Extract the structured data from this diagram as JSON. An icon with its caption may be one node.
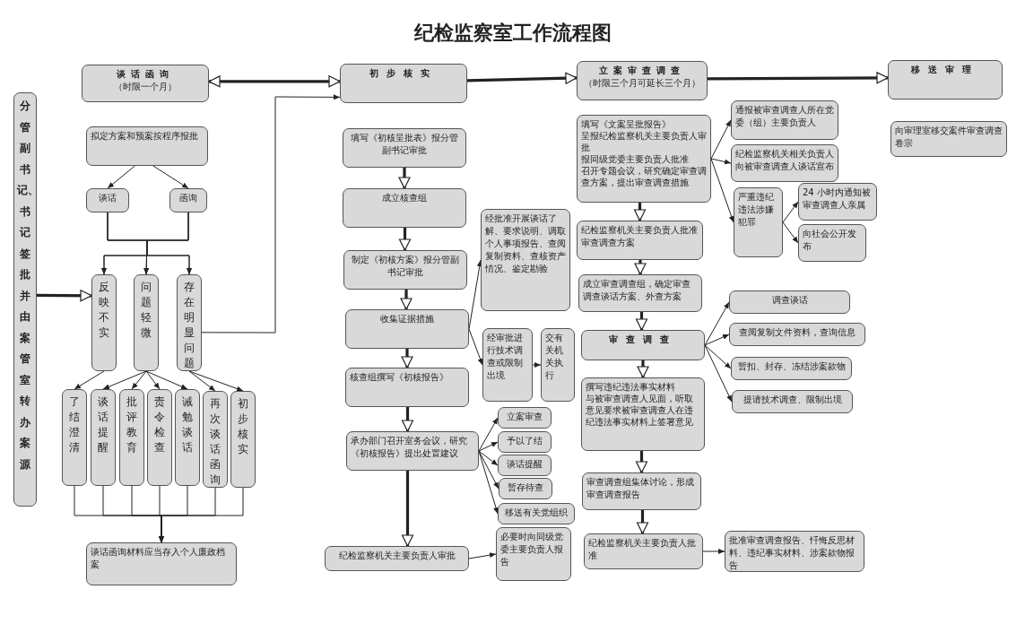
{
  "diagram": {
    "title": "纪检监察室工作流程图",
    "nodes": [
      {
        "text": [
          "分管副书记、书记签批并由案管室转办案源"
        ]
      },
      {
        "text": [
          "谈话函询",
          "（时限一个月）"
        ]
      },
      {
        "text": [
          "拟定方案和预案按程序报批"
        ]
      },
      {
        "text": [
          "谈话"
        ]
      },
      {
        "text": [
          "函询"
        ]
      },
      {
        "text": [
          "反映不实"
        ]
      },
      {
        "text": [
          "问题轻微"
        ]
      },
      {
        "text": [
          "存在明显问题"
        ]
      },
      {
        "text": [
          "了结澄清"
        ]
      },
      {
        "text": [
          "谈话提醒"
        ]
      },
      {
        "text": [
          "批评教育"
        ]
      },
      {
        "text": [
          "责令检查"
        ]
      },
      {
        "text": [
          "诫勉谈话"
        ]
      },
      {
        "text": [
          "再次谈话函询"
        ]
      },
      {
        "text": [
          "初步核实"
        ]
      },
      {
        "text": [
          "谈话函询材料应当存入个人廉政档案"
        ]
      },
      {
        "text": [
          "初步核实"
        ]
      },
      {
        "text": [
          "填写《初核呈批表》报分管副书记审批"
        ]
      },
      {
        "text": [
          "成立核查组"
        ]
      },
      {
        "text": [
          "制定《初核方案》报分管副书记审批"
        ]
      },
      {
        "text": [
          "收集证据措施"
        ]
      },
      {
        "text": [
          "经批准开展谈话了解、要求说明、调取个人事项报告、查阅复制资料、查核资产情况、鉴定勘验"
        ]
      },
      {
        "text": [
          "经审批进行技术调查或限制出境"
        ]
      },
      {
        "text": [
          "交有关机关执行"
        ]
      },
      {
        "text": [
          "核查组撰写《初核报告》"
        ]
      },
      {
        "text": [
          "承办部门召开室务会议，研究《初核报告》提出处置建议"
        ]
      },
      {
        "text": [
          "立案审查"
        ]
      },
      {
        "text": [
          "予以了结"
        ]
      },
      {
        "text": [
          "谈话提醒"
        ]
      },
      {
        "text": [
          "暂存待查"
        ]
      },
      {
        "text": [
          "移送有关党组织"
        ]
      },
      {
        "text": [
          "纪检监察机关主要负责人审批"
        ]
      },
      {
        "text": [
          "必要时向同级党委主要负责人报告"
        ]
      },
      {
        "text": [
          "立案审查调查",
          "（时限三个月可延长三个月）"
        ]
      },
      {
        "text": [
          "填写《文案呈批报告》",
          "呈报纪检监察机关主要负责人审批",
          "报同级党委主要负责人批准",
          "召开专题会议，研究确定审查调查方案，提出审查调查措施"
        ]
      },
      {
        "text": [
          "通报被审查调查人所在党委（组）主要负责人"
        ]
      },
      {
        "text": [
          "纪检监察机关相关负责人向被审查调查人谈话宣布"
        ]
      },
      {
        "text": [
          "严重违纪违法涉嫌犯罪"
        ]
      },
      {
        "text": [
          "24 小时内通知被审查调查人亲属"
        ]
      },
      {
        "text": [
          "向社会公开发布"
        ]
      },
      {
        "text": [
          "纪检监察机关主要负责人批准审查调查方案"
        ]
      },
      {
        "text": [
          "成立审查调查组，确定审查调查谈话方案、外查方案"
        ]
      },
      {
        "text": [
          "审查调查"
        ]
      },
      {
        "text": [
          "调查谈话"
        ]
      },
      {
        "text": [
          "查阅复制文件资料，查询信息"
        ]
      },
      {
        "text": [
          "暂扣、封存、冻结涉案款物"
        ]
      },
      {
        "text": [
          "提请技术调查、限制出境"
        ]
      },
      {
        "text": [
          "撰写违纪违法事实材料",
          "与被审查调查人见面，听取意见要求被审查调查人在违纪违法事实材料上签署意见"
        ]
      },
      {
        "text": [
          "审查调查组集体讨论，形成审查调查报告"
        ]
      },
      {
        "text": [
          "纪检监察机关主要负责人批准"
        ]
      },
      {
        "text": [
          "批准审查调查报告、忏悔反思材料、违纪事实材料、涉案款物报告"
        ]
      },
      {
        "text": [
          "移送审理"
        ]
      },
      {
        "text": [
          "向审理室移交案件审查调查卷宗"
        ]
      }
    ],
    "edges": [
      {
        "from": 0,
        "to": 5,
        "arrow": "to",
        "style": "thick"
      },
      {
        "from": 1,
        "to": 16,
        "arrow": "both",
        "style": "thick"
      },
      {
        "from": 16,
        "to": 33,
        "arrow": "to",
        "style": "thick"
      },
      {
        "from": 33,
        "to": 51,
        "arrow": "to",
        "style": "thick"
      },
      {
        "from": 2,
        "to": 3,
        "arrow": "to"
      },
      {
        "from": 2,
        "to": 4,
        "arrow": "to"
      },
      {
        "from": 3,
        "to": 5,
        "arrow": "to"
      },
      {
        "from": 3,
        "to": 6,
        "arrow": "to"
      },
      {
        "from": 3,
        "to": 7,
        "arrow": "to"
      },
      {
        "from": 4,
        "to": 5,
        "arrow": "to"
      },
      {
        "from": 4,
        "to": 6,
        "arrow": "to"
      },
      {
        "from": 4,
        "to": 7,
        "arrow": "to"
      },
      {
        "from": 7,
        "to": 16,
        "arrow": "to"
      },
      {
        "from": 5,
        "to": 8,
        "arrow": "to"
      },
      {
        "from": 6,
        "to": 9,
        "arrow": "to"
      },
      {
        "from": 6,
        "to": 10,
        "arrow": "to"
      },
      {
        "from": 6,
        "to": 11,
        "arrow": "to"
      },
      {
        "from": 6,
        "to": 12,
        "arrow": "to"
      },
      {
        "from": 7,
        "to": 13,
        "arrow": "to"
      },
      {
        "from": 7,
        "to": 14,
        "arrow": "to"
      },
      {
        "from": 8,
        "to": 15,
        "arrow": "to"
      },
      {
        "from": 9,
        "to": 15,
        "arrow": "to"
      },
      {
        "from": 10,
        "to": 15,
        "arrow": "to"
      },
      {
        "from": 11,
        "to": 15,
        "arrow": "to"
      },
      {
        "from": 12,
        "to": 15,
        "arrow": "to"
      },
      {
        "from": 13,
        "to": 15,
        "arrow": "to"
      },
      {
        "from": 14,
        "to": 15,
        "arrow": "to"
      },
      {
        "from": 17,
        "to": 18,
        "arrow": "to",
        "style": "thick"
      },
      {
        "from": 18,
        "to": 19,
        "arrow": "to",
        "style": "thick"
      },
      {
        "from": 19,
        "to": 20,
        "arrow": "to",
        "style": "thick"
      },
      {
        "from": 20,
        "to": 21,
        "arrow": "to"
      },
      {
        "from": 20,
        "to": 22,
        "arrow": "to"
      },
      {
        "from": 22,
        "to": 23,
        "arrow": "to"
      },
      {
        "from": 20,
        "to": 24,
        "arrow": "to",
        "style": "thick"
      },
      {
        "from": 24,
        "to": 25,
        "arrow": "to",
        "style": "thick"
      },
      {
        "from": 25,
        "to": 26,
        "arrow": "to"
      },
      {
        "from": 25,
        "to": 27,
        "arrow": "to"
      },
      {
        "from": 25,
        "to": 28,
        "arrow": "to"
      },
      {
        "from": 25,
        "to": 29,
        "arrow": "to"
      },
      {
        "from": 25,
        "to": 30,
        "arrow": "to"
      },
      {
        "from": 25,
        "to": 31,
        "arrow": "to",
        "style": "thick"
      },
      {
        "from": 31,
        "to": 32,
        "arrow": "to"
      },
      {
        "from": 34,
        "to": 35,
        "arrow": "to"
      },
      {
        "from": 34,
        "to": 36,
        "arrow": "to"
      },
      {
        "from": 34,
        "to": 37,
        "arrow": "to"
      },
      {
        "from": 37,
        "to": 38,
        "arrow": "to"
      },
      {
        "from": 37,
        "to": 39,
        "arrow": "to"
      },
      {
        "from": 34,
        "to": 40,
        "arrow": "to",
        "style": "thick"
      },
      {
        "from": 40,
        "to": 41,
        "arrow": "to",
        "style": "thick"
      },
      {
        "from": 41,
        "to": 42,
        "arrow": "to",
        "style": "thick"
      },
      {
        "from": 42,
        "to": 43,
        "arrow": "to"
      },
      {
        "from": 42,
        "to": 44,
        "arrow": "to"
      },
      {
        "from": 42,
        "to": 45,
        "arrow": "to"
      },
      {
        "from": 42,
        "to": 46,
        "arrow": "to"
      },
      {
        "from": 42,
        "to": 47,
        "arrow": "to",
        "style": "thick"
      },
      {
        "from": 47,
        "to": 48,
        "arrow": "to",
        "style": "thick"
      },
      {
        "from": 48,
        "to": 49,
        "arrow": "to",
        "style": "thick"
      },
      {
        "from": 49,
        "to": 50,
        "arrow": "to"
      }
    ]
  }
}
